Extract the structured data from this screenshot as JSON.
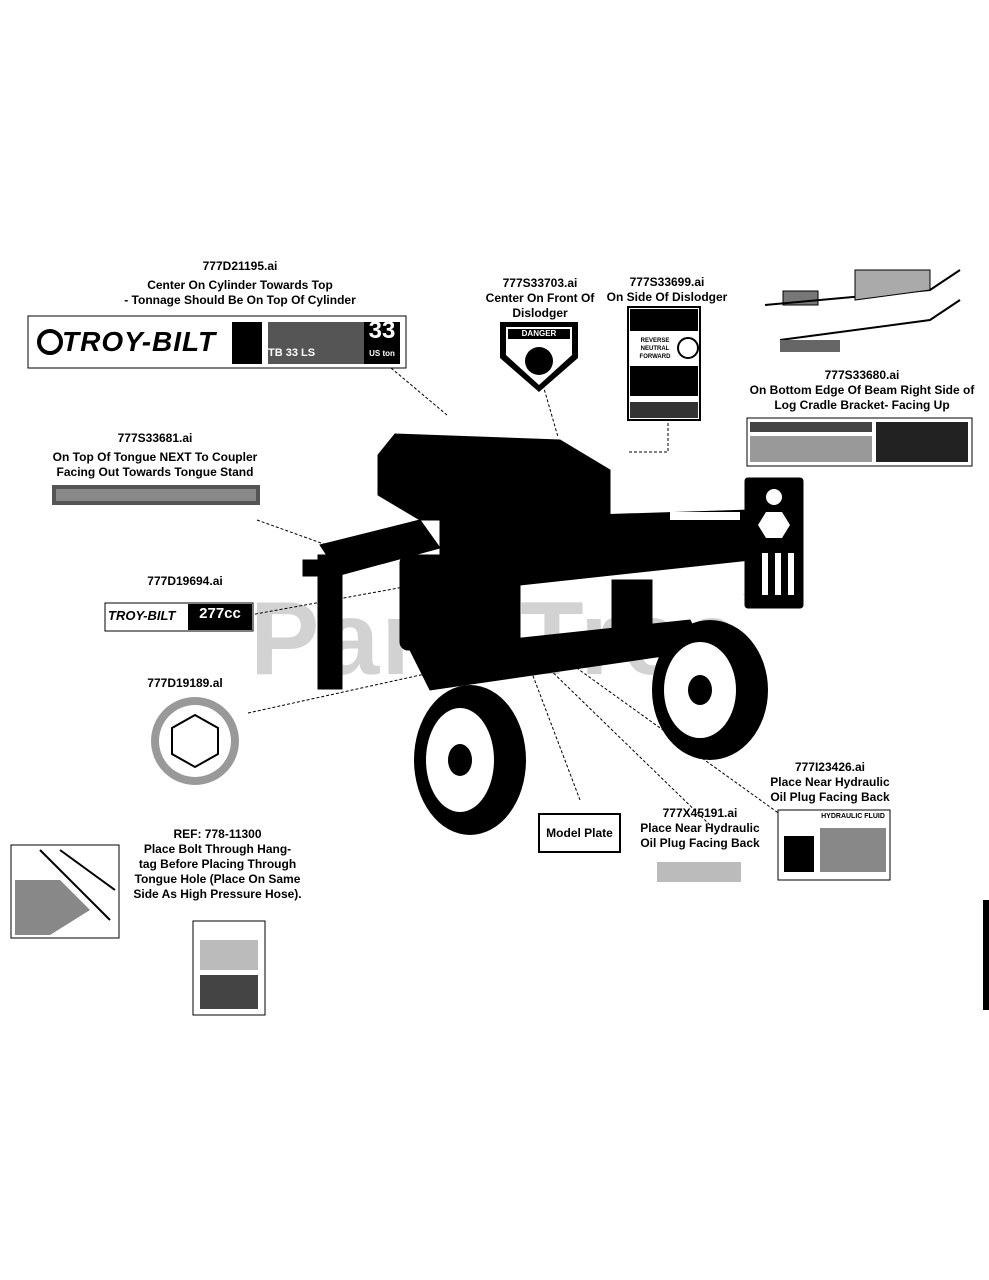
{
  "watermark": {
    "text": "PartsTree",
    "mark": "™"
  },
  "decals": {
    "tonnage": {
      "part": "777D21195.ai",
      "line1": "Center On Cylinder Towards Top",
      "line2": "- Tonnage Should Be On Top Of Cylinder",
      "brand": "TROY-BILT",
      "model": "TB 33 LS",
      "tons": "33",
      "unit": "US ton"
    },
    "danger": {
      "part": "777S33703.ai",
      "line1": "Center On Front Of",
      "line2": "Dislodger",
      "badge": "DANGER"
    },
    "dislodger_side": {
      "part": "777S33699.ai",
      "line1": "On Side Of Dislodger",
      "word1": "REVERSE",
      "word2": "NEUTRAL",
      "word3": "FORWARD"
    },
    "beam_edge": {
      "part": "777S33680.ai",
      "line1": "On Bottom Edge Of Beam Right Side of",
      "line2": "Log Cradle Bracket- Facing Up"
    },
    "tongue_top": {
      "part": "777S33681.ai",
      "line1": "On Top  Of  Tongue  NEXT  To  Coupler",
      "line2": "Facing Out Towards Tongue Stand"
    },
    "engine": {
      "part": "777D19694.ai",
      "brand": "TROY-BILT",
      "cc": "277cc"
    },
    "hex": {
      "part": "777D19189.al"
    },
    "hydraulic_fluid": {
      "part": "777I23426.ai",
      "line1": "Place Near Hydraulic",
      "line2": "Oil Plug Facing Back",
      "heading": "HYDRAULIC FLUID"
    },
    "oil_plug": {
      "part": "777X45191.ai",
      "line1": "Place Near Hydraulic",
      "line2": "Oil Plug Facing Back"
    },
    "model_plate": {
      "label": "Model Plate"
    },
    "hang_tag": {
      "ref": "REF: 778-11300",
      "line1": "Place Bolt Through Hang-",
      "line2": "tag Before Placing Through",
      "line3": "Tongue Hole (Place On Same",
      "line4": "Side As High Pressure Hose)."
    }
  }
}
